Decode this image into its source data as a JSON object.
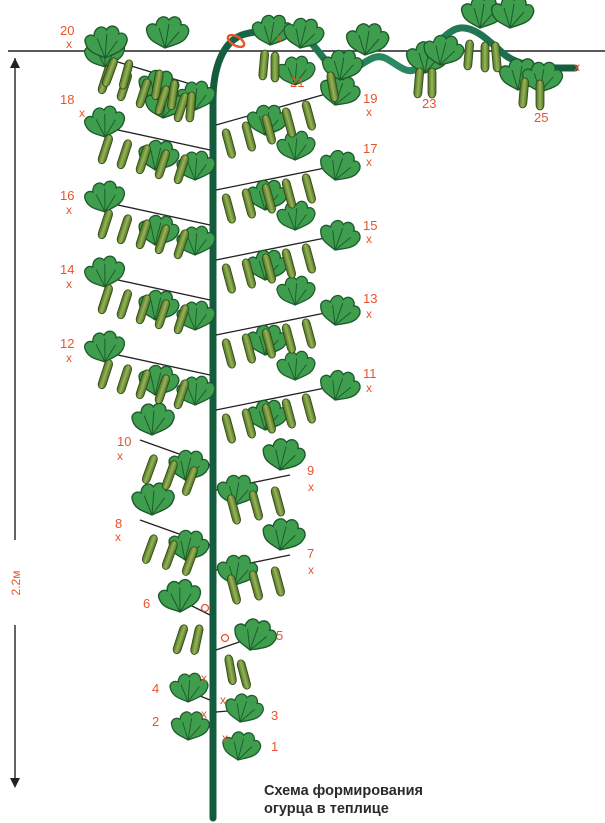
{
  "caption": {
    "line1": "Схема формирования",
    "line2": "огурца в теплице"
  },
  "height_label": "2.2м",
  "pinch_mark": "x",
  "node_labels": [
    "1",
    "2",
    "3",
    "4",
    "5",
    "6",
    "7",
    "8",
    "9",
    "10",
    "11",
    "12",
    "13",
    "14",
    "15",
    "16",
    "17",
    "18",
    "19",
    "20",
    "21",
    "23",
    "25"
  ],
  "colors": {
    "label": "#e8542c",
    "stem": "#1f7a55",
    "leaf": "#3f9d4e",
    "leaf_vein": "#1d5a2c",
    "fruit": "#6f8f3a",
    "line": "#222222"
  }
}
